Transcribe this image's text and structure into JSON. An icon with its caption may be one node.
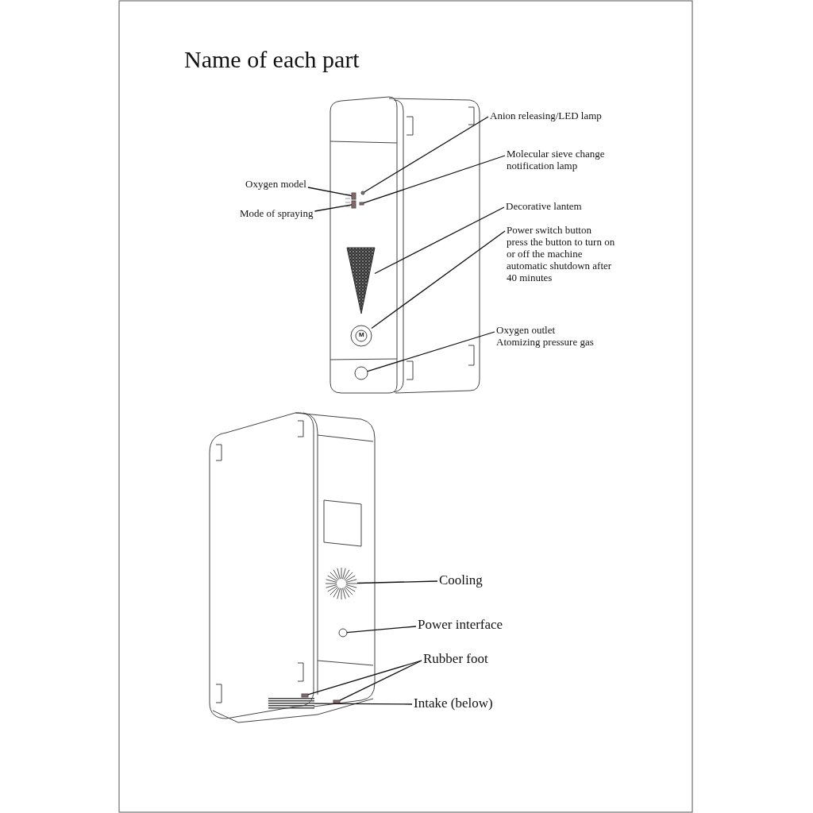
{
  "diagram": {
    "title": "Name of each part",
    "nodes": [
      {
        "text": [
          "Anion releasing/LED lamp"
        ]
      },
      {
        "text": [
          "Molecular sieve change notification lamp"
        ]
      },
      {
        "text": [
          "Oxygen model"
        ]
      },
      {
        "text": [
          "Mode of spraying"
        ]
      },
      {
        "text": [
          "Decorative lantem"
        ]
      },
      {
        "text": [
          "Power switch button",
          "press the button to turn on or off the machine automatic shutdown after 40 minutes"
        ]
      },
      {
        "text": [
          "Oxygen outlet",
          "Atomizing pressure gas"
        ]
      },
      {
        "text": [
          "Cooling"
        ]
      },
      {
        "text": [
          "Power interface"
        ]
      },
      {
        "text": [
          "Rubber foot"
        ]
      },
      {
        "text": [
          "Intake (below)"
        ]
      },
      {
        "text": [],
        "shape": "circle"
      },
      {
        "text": [],
        "shape": "box"
      },
      {
        "text": [],
        "shape": "box"
      },
      {
        "text": [],
        "shape": "box"
      },
      {
        "text": [],
        "shape": "triangle"
      },
      {
        "text": [],
        "shape": "circle"
      },
      {
        "text": [],
        "shape": "circle"
      },
      {
        "text": [],
        "shape": "circle"
      },
      {
        "text": [],
        "shape": "circle"
      },
      {
        "text": [],
        "shape": "box"
      },
      {
        "text": [],
        "shape": "box"
      },
      {
        "text": [],
        "shape": "box"
      }
    ],
    "edges": [
      {
        "from": 0,
        "to": 11,
        "arrow": "none"
      },
      {
        "from": 1,
        "to": 12,
        "arrow": "none"
      },
      {
        "from": 2,
        "to": 13,
        "arrow": "none"
      },
      {
        "from": 3,
        "to": 14,
        "arrow": "none"
      },
      {
        "from": 4,
        "to": 15,
        "arrow": "none"
      },
      {
        "from": 5,
        "to": 16,
        "arrow": "none"
      },
      {
        "from": 6,
        "to": 17,
        "arrow": "none"
      },
      {
        "from": 7,
        "to": 18,
        "arrow": "none"
      },
      {
        "from": 8,
        "to": 19,
        "arrow": "none"
      },
      {
        "from": 9,
        "to": 20,
        "arrow": "none"
      },
      {
        "from": 9,
        "to": 21,
        "arrow": "none"
      },
      {
        "from": 10,
        "to": 22,
        "arrow": "none"
      }
    ],
    "labels": [
      "M"
    ]
  }
}
